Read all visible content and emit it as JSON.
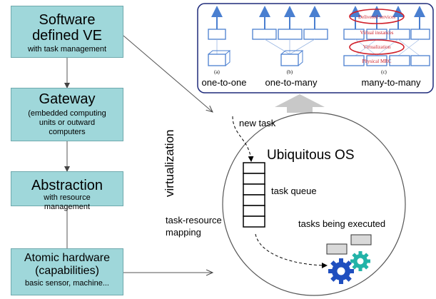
{
  "layers": [
    {
      "title": "Software\ndefined VE",
      "subtitle": "with task management"
    },
    {
      "title": "Gateway",
      "subtitle": "(embedded computing\nunits or outward\ncomputers"
    },
    {
      "title": "Abstraction",
      "subtitle": "with resource\nmanagement"
    },
    {
      "title": "Atomic hardware\n(capabilities)",
      "subtitle": "basic sensor, machine..."
    }
  ],
  "labels": {
    "virtualization": "virtualization",
    "task_resource_mapping": "task-resource\nmapping",
    "new_task": "new task",
    "os_title": "Ubiquitous OS",
    "task_queue": "task queue",
    "tasks_executed": "tasks being executed"
  },
  "mapping_panel": {
    "panels": [
      {
        "tag": "(a)",
        "caption": "one-to-one"
      },
      {
        "tag": "(b)",
        "caption": "one-to-many"
      },
      {
        "tag": "(c)",
        "caption": "many-to-many"
      }
    ],
    "layer_labels": [
      "Delivered services",
      "Virtual instances",
      "Virtualization",
      "Physical MRC"
    ]
  },
  "colors": {
    "layer_fill": "#9fd7da",
    "panel_border": "#1e2a7a",
    "panel_box": "#4a7fd0",
    "annotation_red": "#d0202a",
    "gear_blue": "#1f4fbf",
    "gear_teal": "#22b3a8"
  }
}
